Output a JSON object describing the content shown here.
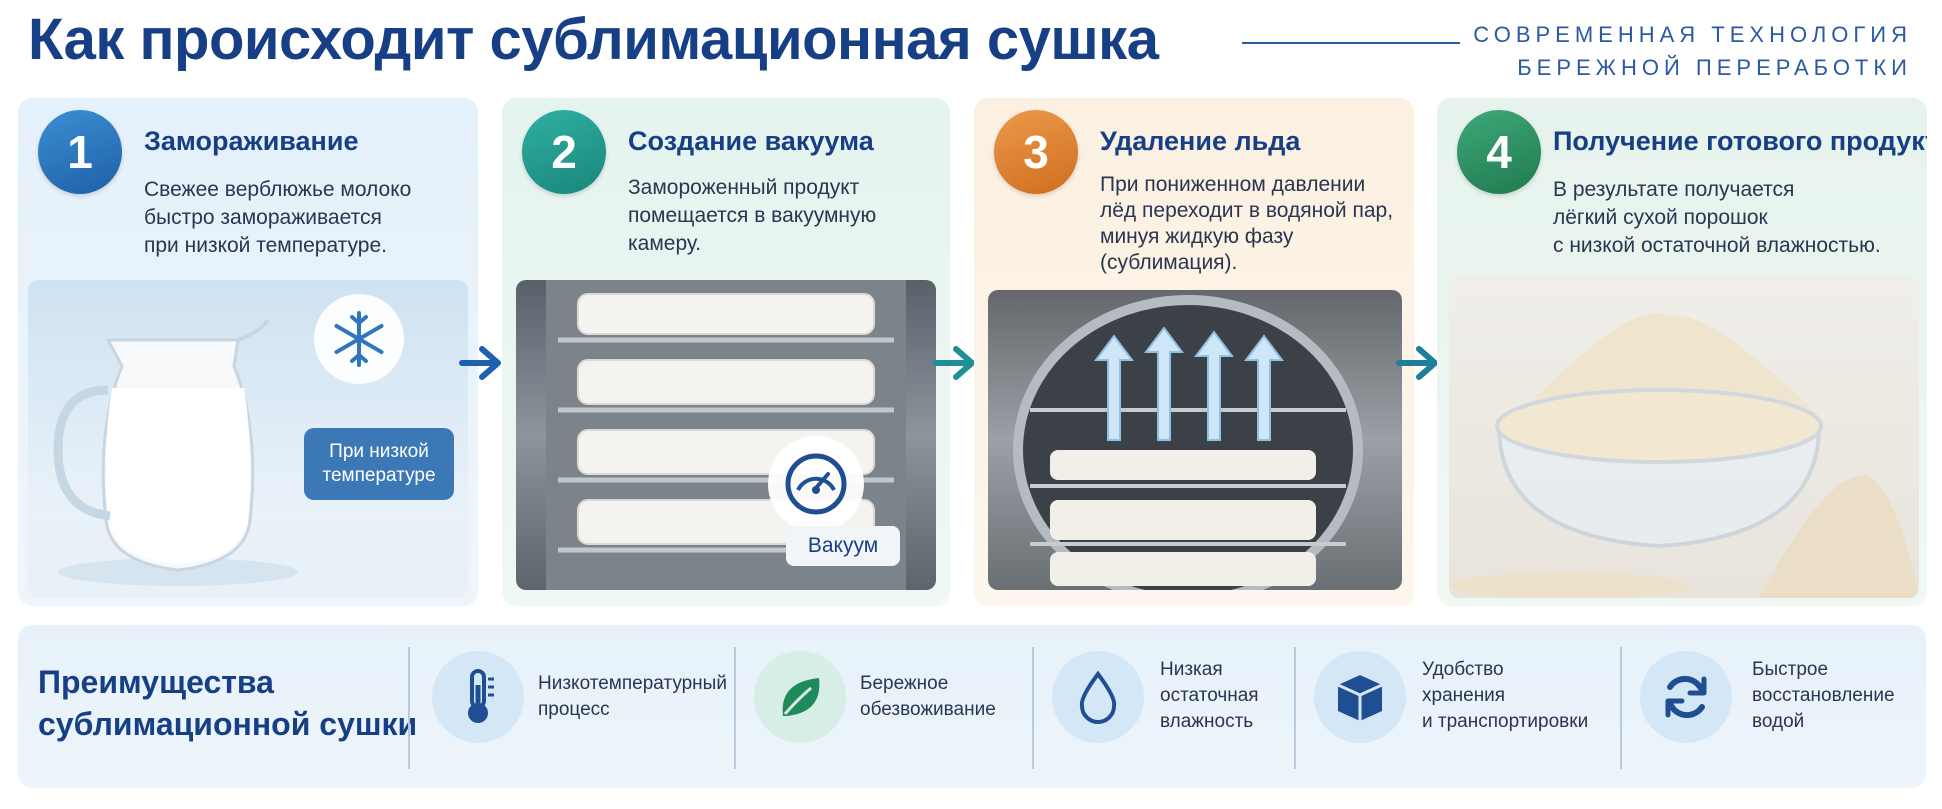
{
  "header": {
    "title": "Как происходит сублимационная сушка",
    "subtitle": "СОВРЕМЕННАЯ ТЕХНОЛОГИЯ\nБЕРЕЖНОЙ ПЕРЕРАБОТКИ"
  },
  "steps": [
    {
      "number": "1",
      "title": "Замораживание",
      "text": "Свежее верблюжье молоко\nбыстро замораживается\nпри низкой температуре.",
      "badge": "При низкой\nтемпературе",
      "icon": "snowflake-icon"
    },
    {
      "number": "2",
      "title": "Создание вакуума",
      "text": "Замороженный продукт\nпомещается в вакуумную\nкамеру.",
      "badge": "Вакуум",
      "icon": "gauge-icon"
    },
    {
      "number": "3",
      "title": "Удаление льда",
      "text": "При пониженном давлении\nлёд переходит в водяной пар,\nминуя жидкую фазу\n(сублимация).",
      "icon": "steam-arrows-icon"
    },
    {
      "number": "4",
      "title": "Получение готового продукта",
      "text": "В результате получается\nлёгкий сухой порошок\nс низкой остаточной влажностью.",
      "icon": "powder-bowl-icon"
    }
  ],
  "advantages": {
    "title": "Преимущества\nсублимационной сушки",
    "items": [
      {
        "label": "Низкотемпературный\nпроцесс",
        "icon": "thermometer-icon"
      },
      {
        "label": "Бережное\nобезвоживание",
        "icon": "leaf-icon"
      },
      {
        "label": "Низкая\nостаточная\nвлажность",
        "icon": "droplet-icon"
      },
      {
        "label": "Удобство\nхранения\nи транспортировки",
        "icon": "box-icon"
      },
      {
        "label": "Быстрое\nвосстановление\nводой",
        "icon": "refresh-icon"
      }
    ]
  },
  "colors": {
    "title": "#173f86",
    "step1": "#2a74c0",
    "step2": "#22a091",
    "step3": "#e08634",
    "step4": "#2f9265"
  }
}
